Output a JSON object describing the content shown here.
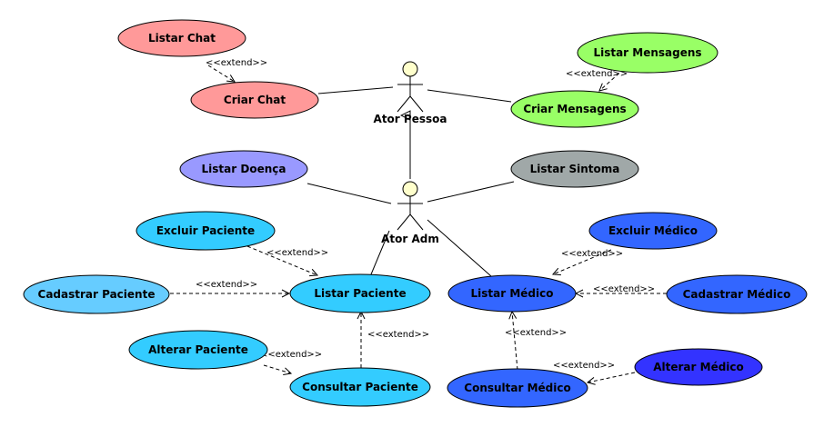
{
  "actors": {
    "pessoa": "Ator Pessoa",
    "adm": "Ator Adm"
  },
  "stereotype": "<<extend>>",
  "use_cases": {
    "listar_chat": "Listar Chat",
    "criar_chat": "Criar Chat",
    "listar_mensagens": "Listar Mensagens",
    "criar_mensagens": "Criar Mensagens",
    "listar_doenca": "Listar Doença",
    "listar_sintoma": "Listar Sintoma",
    "excluir_paciente": "Excluir Paciente",
    "cadastrar_paciente": "Cadastrar Paciente",
    "listar_paciente": "Listar Paciente",
    "alterar_paciente": "Alterar Paciente",
    "consultar_paciente": "Consultar Paciente",
    "excluir_medico": "Excluir Médico",
    "cadastrar_medico": "Cadastrar Médico",
    "listar_medico": "Listar Médico",
    "alterar_medico": "Alterar Médico",
    "consultar_medico": "Consultar Médico"
  },
  "colors": {
    "chat": "#ff9999",
    "mensagens": "#99ff66",
    "doenca": "#9999ff",
    "sintoma": "#a0a8a8",
    "paciente": "#33ccff",
    "cadastrar_paciente": "#66ccff",
    "medico": "#3366ff",
    "alterar_medico": "#3333ff",
    "actor_head": "#ffffcc"
  }
}
